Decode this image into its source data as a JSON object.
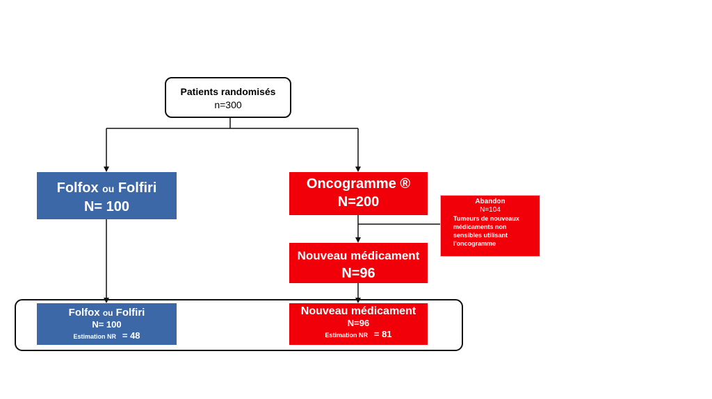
{
  "start": {
    "title": "Patients randomisés",
    "count": "n=300"
  },
  "left_arm": {
    "name_a": "Folfox",
    "conj": "ou",
    "name_b": "Folfiri",
    "count": "N= 100"
  },
  "oncogramme": {
    "title": "Oncogramme ®",
    "count": "N=200"
  },
  "abandon": {
    "title": "Abandon",
    "count": "N=104",
    "desc": [
      "Tumeurs de nouveaux",
      "médicaments non",
      "sensibles utilisant",
      "l'oncogramme"
    ]
  },
  "new_drug": {
    "title": "Nouveau médicament",
    "count": "N=96"
  },
  "result_left": {
    "name_a": "Folfox",
    "conj": "ou",
    "name_b": "Folfiri",
    "count": "N= 100",
    "est_label": "Estimation NR",
    "est_value": "= 48"
  },
  "result_right": {
    "title": "Nouveau médicament",
    "count": "N=96",
    "est_label": "Estimation NR",
    "est_value": "= 81"
  },
  "colors": {
    "blue": "#3c68a8",
    "red": "#f2000a",
    "line": "#111111"
  }
}
